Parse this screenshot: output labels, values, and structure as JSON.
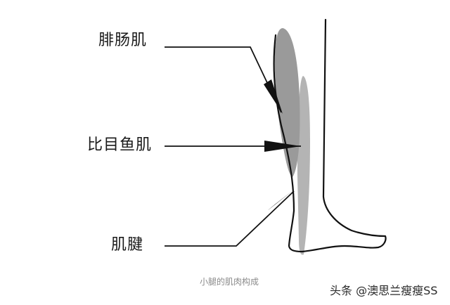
{
  "diagram": {
    "type": "anatomy-illustration",
    "subject": "lower leg side view",
    "labels": [
      {
        "id": "gastrocnemius",
        "text": "腓肠肌"
      },
      {
        "id": "soleus",
        "text": "比目鱼肌"
      },
      {
        "id": "tendon",
        "text": "肌腱"
      }
    ],
    "caption": "小腿的肌肉构成",
    "watermark": "头条 @澳思兰瘦瘦SS",
    "colors": {
      "background": "#ffffff",
      "outline": "#111111",
      "gastrocnemius_fill": "#9a9a9a",
      "soleus_fill": "#b4b4b4",
      "label_text": "#1a1a1a",
      "caption_text": "#8a8a8a"
    }
  }
}
